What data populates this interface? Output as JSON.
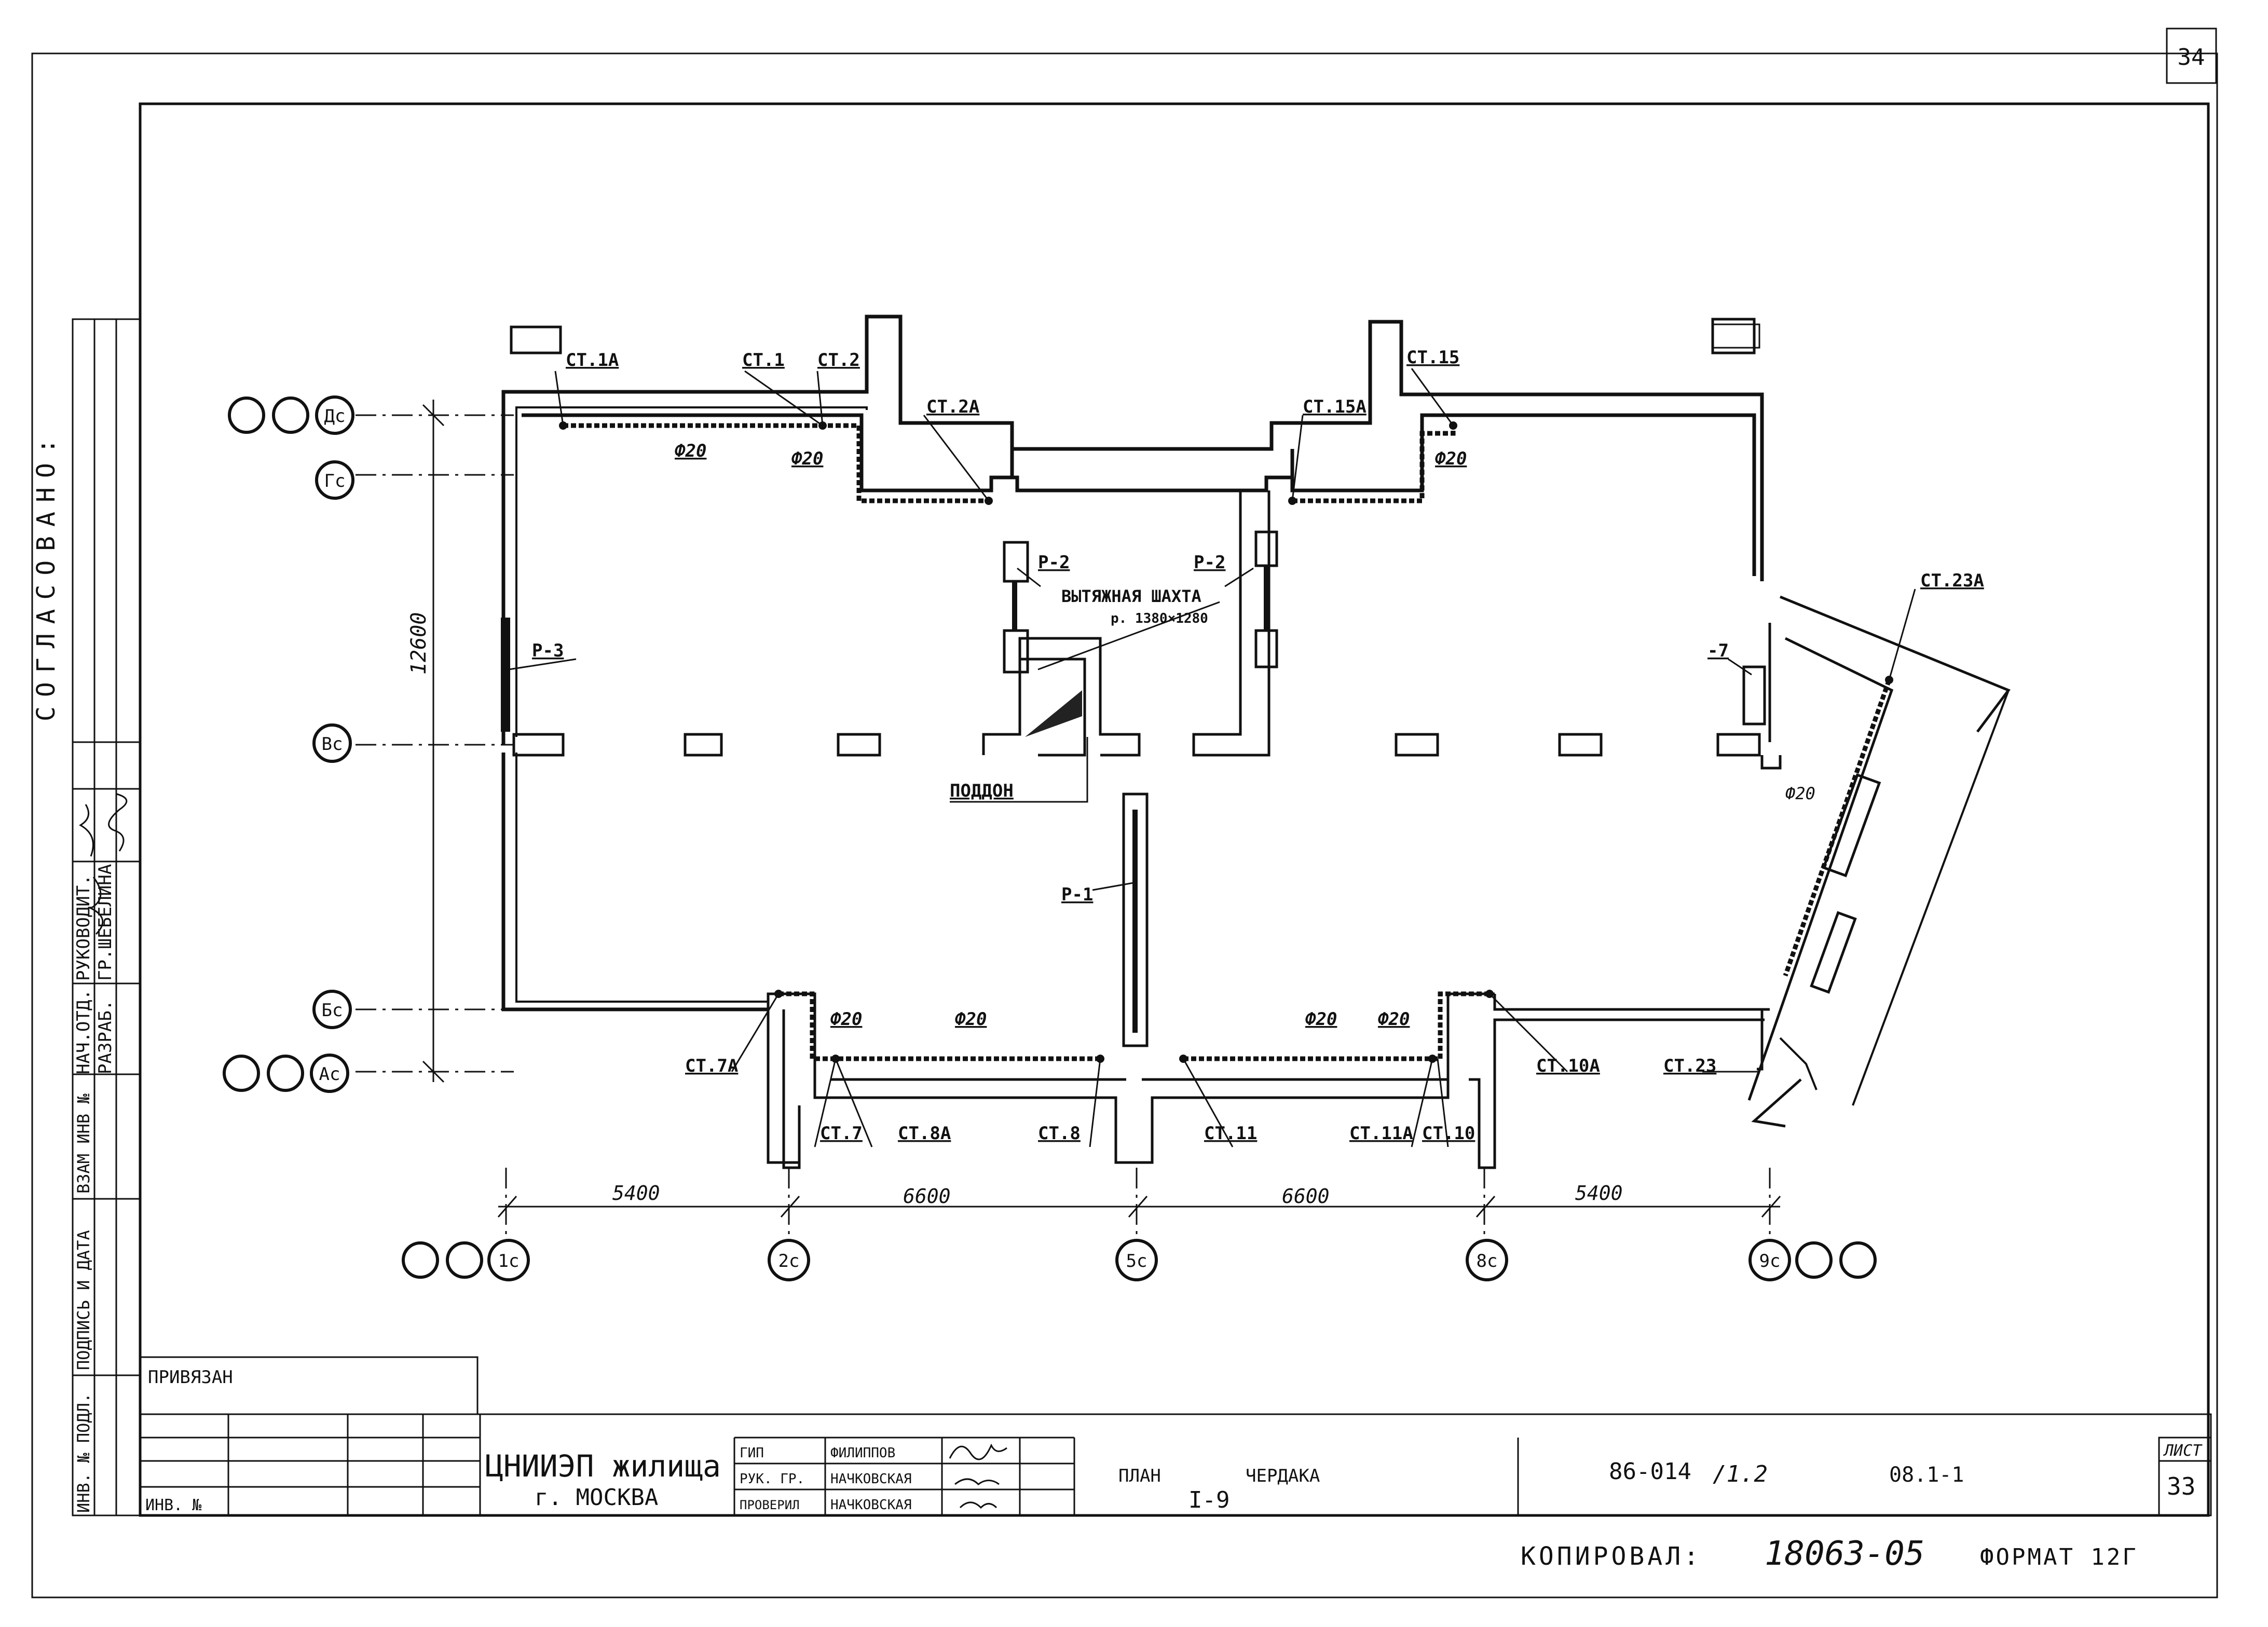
{
  "sheet": {
    "number_top": "34",
    "approval_label": "СОГЛАСОВАНО:",
    "stamp_left": {
      "rows": [
        "НАЧ.ОТД.",
        "РАЗРАБ.",
        "РУКОВОДИТ.",
        "ГР.ШЕБЕЛИНА",
        "ВЗАМ ИНВ №",
        "ПОДПИСЬ И ДАТА",
        "ИНВ. № ПОДЛ."
      ]
    },
    "signature_icon": "handwritten-signature"
  },
  "title_block": {
    "attached": "ПРИВЯЗАН",
    "inv": "ИНВ. №",
    "org_line1": "ЦНИИЭП жилища",
    "org_line2": "г. МОСКВА",
    "roles": [
      "ГИП",
      "РУК. ГР.",
      "ПРОВЕРИЛ"
    ],
    "names": [
      "ФИЛИППОВ",
      "НАЧКОВСКАЯ",
      "НАЧКОВСКАЯ"
    ],
    "title_line1": "ПЛАН",
    "title_line2": "ЧЕРДАКА",
    "title_sub": "I-9",
    "code": "86-014",
    "code_sub": "/1.2",
    "code_right": "08.1-1",
    "sheet_label": "ЛИСТ",
    "sheet_number": "33",
    "copied_label": "КОПИРОВАЛ:",
    "copied_value": "18063-05",
    "format": "ФОРМАТ 12Г"
  },
  "plan": {
    "axes_rows": [
      "Дс",
      "Гс",
      "Вс",
      "Бс",
      "Ас"
    ],
    "axes_cols": [
      "1с",
      "2с",
      "5с",
      "8с",
      "9с"
    ],
    "dims_bottom": [
      "5400",
      "6600",
      "6600",
      "5400"
    ],
    "dim_left": "12600",
    "labels": {
      "st1a": "СТ.1А",
      "st1": "СТ.1",
      "st2": "СТ.2",
      "st2a": "СТ.2А",
      "st15a": "СТ.15А",
      "st15": "СТ.15",
      "st23a": "СТ.23А",
      "st23": "СТ.23",
      "st7a": "СТ.7А",
      "st7": "СТ.7",
      "st8a": "СТ.8А",
      "st8": "СТ.8",
      "st11": "СТ.11",
      "st11a": "СТ.11А",
      "st10": "СТ.10",
      "st10a": "СТ.10А",
      "p1": "Р-1",
      "p2a": "Р-2",
      "p2b": "Р-2",
      "p3": "Р-3",
      "p7": "-7",
      "d20_1": "Ф20",
      "d20_2": "Ф20",
      "d20_3": "Ф20",
      "d20_4": "Ф20",
      "d20_5": "Ф20",
      "d20_6": "Ф20",
      "d20_7": "Ф20",
      "d20_8": "Ф20"
    },
    "shaft_title": "ВЫТЯЖНАЯ ШАХТА",
    "shaft_size": "р. 1380×1280",
    "tray": "ПОДДОН"
  }
}
